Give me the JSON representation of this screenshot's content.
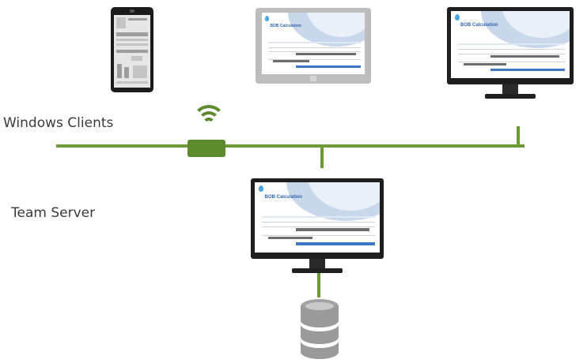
{
  "labels": {
    "windows_clients": "Windows Clients",
    "team_server": "Team Server"
  },
  "screen": {
    "title": "BOB Calculation"
  },
  "colors": {
    "network_line": "#6e9a35",
    "router": "#5c8a2d",
    "database": "#9a9a9a"
  }
}
